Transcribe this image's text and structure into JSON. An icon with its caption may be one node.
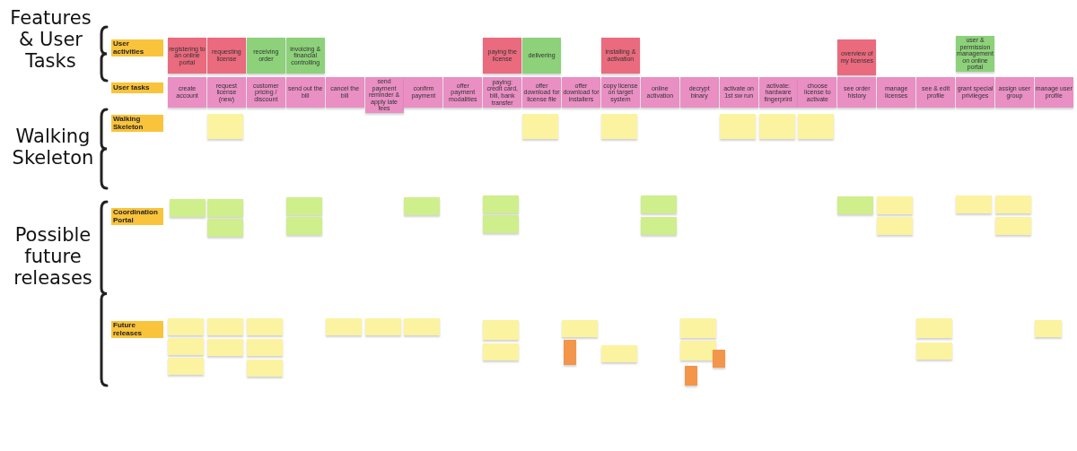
{
  "diagram": {
    "nodes": [
      {
        "text": [
          "User activities"
        ]
      },
      {
        "text": [
          "registering to an online portal"
        ]
      },
      {
        "text": [
          "requesting license"
        ]
      },
      {
        "text": [
          "receiving order"
        ]
      },
      {
        "text": [
          "invoicing & financial controlling"
        ]
      },
      {
        "text": [
          "paying the license"
        ]
      },
      {
        "text": [
          "delivering"
        ]
      },
      {
        "text": [
          "installing & activation"
        ]
      },
      {
        "text": [
          "overview of my licenses"
        ]
      },
      {
        "text": [
          "user & permission management on online portal"
        ]
      },
      {
        "text": [
          "User tasks"
        ]
      },
      {
        "text": [
          "create account"
        ]
      },
      {
        "text": [
          "request license (new)"
        ]
      },
      {
        "text": [
          "customer pricing / discount"
        ]
      },
      {
        "text": [
          "send out the bill"
        ]
      },
      {
        "text": [
          "cancel the bill"
        ]
      },
      {
        "text": [
          "send payment reminder & apply late fees"
        ]
      },
      {
        "text": [
          "confirm payment"
        ]
      },
      {
        "text": [
          "offer payment modalities"
        ]
      },
      {
        "text": [
          "paying: credit card, bill, bank transfer"
        ]
      },
      {
        "text": [
          "offer download for license file"
        ]
      },
      {
        "text": [
          "offer download for installers"
        ]
      },
      {
        "text": [
          "copy license on target system"
        ]
      },
      {
        "text": [
          "online activation"
        ]
      },
      {
        "text": [
          "decrypt binary"
        ]
      },
      {
        "text": [
          "activate on 1st sw run"
        ]
      },
      {
        "text": [
          "activate: hardware fingerprint"
        ]
      },
      {
        "text": [
          "choose license to activate"
        ]
      },
      {
        "text": [
          "see order history"
        ]
      },
      {
        "text": [
          "manage licenses"
        ]
      },
      {
        "text": [
          "see & edit profile"
        ]
      },
      {
        "text": [
          "grant special privileges"
        ]
      },
      {
        "text": [
          "assign user group"
        ]
      },
      {
        "text": [
          "manage user profile"
        ]
      },
      {
        "text": [
          "Walking Skeleton"
        ]
      },
      {
        "text": [],
        "shape": "box"
      },
      {
        "text": [],
        "shape": "box"
      },
      {
        "text": [],
        "shape": "box"
      },
      {
        "text": [],
        "shape": "box"
      },
      {
        "text": [],
        "shape": "box"
      },
      {
        "text": [],
        "shape": "box"
      },
      {
        "text": [
          "Coordination Portal"
        ]
      },
      {
        "text": [],
        "shape": "box"
      },
      {
        "text": [],
        "shape": "box"
      },
      {
        "text": [],
        "shape": "box"
      },
      {
        "text": [],
        "shape": "box"
      },
      {
        "text": [],
        "shape": "box"
      },
      {
        "text": [],
        "shape": "box"
      },
      {
        "text": [],
        "shape": "box"
      },
      {
        "text": [],
        "shape": "box"
      },
      {
        "text": [],
        "shape": "box"
      },
      {
        "text": [],
        "shape": "box"
      },
      {
        "text": [],
        "shape": "box"
      },
      {
        "text": [],
        "shape": "box"
      },
      {
        "text": [],
        "shape": "box"
      },
      {
        "text": [],
        "shape": "box"
      },
      {
        "text": [],
        "shape": "box"
      },
      {
        "text": [],
        "shape": "box"
      },
      {
        "text": [
          "Future releases"
        ]
      },
      {
        "text": [],
        "shape": "box"
      },
      {
        "text": [],
        "shape": "box"
      },
      {
        "text": [],
        "shape": "box"
      },
      {
        "text": [],
        "shape": "box"
      },
      {
        "text": [],
        "shape": "box"
      },
      {
        "text": [],
        "shape": "box"
      },
      {
        "text": [],
        "shape": "box"
      },
      {
        "text": [],
        "shape": "box"
      },
      {
        "text": [],
        "shape": "box"
      },
      {
        "text": [],
        "shape": "box"
      },
      {
        "text": [],
        "shape": "box"
      },
      {
        "text": [],
        "shape": "box"
      },
      {
        "text": [],
        "shape": "box"
      },
      {
        "text": [],
        "shape": "box"
      },
      {
        "text": [],
        "shape": "box"
      },
      {
        "text": [],
        "shape": "box"
      },
      {
        "text": [],
        "shape": "box"
      },
      {
        "text": [],
        "shape": "box"
      },
      {
        "text": [],
        "shape": "box"
      },
      {
        "text": [],
        "shape": "box"
      },
      {
        "text": [],
        "shape": "box"
      },
      {
        "text": [],
        "shape": "box"
      },
      {
        "text": [],
        "shape": "box"
      }
    ],
    "edges": [],
    "labels": [
      "Features & User Tasks",
      "Walking Skeleton",
      "Possible future releases"
    ]
  }
}
